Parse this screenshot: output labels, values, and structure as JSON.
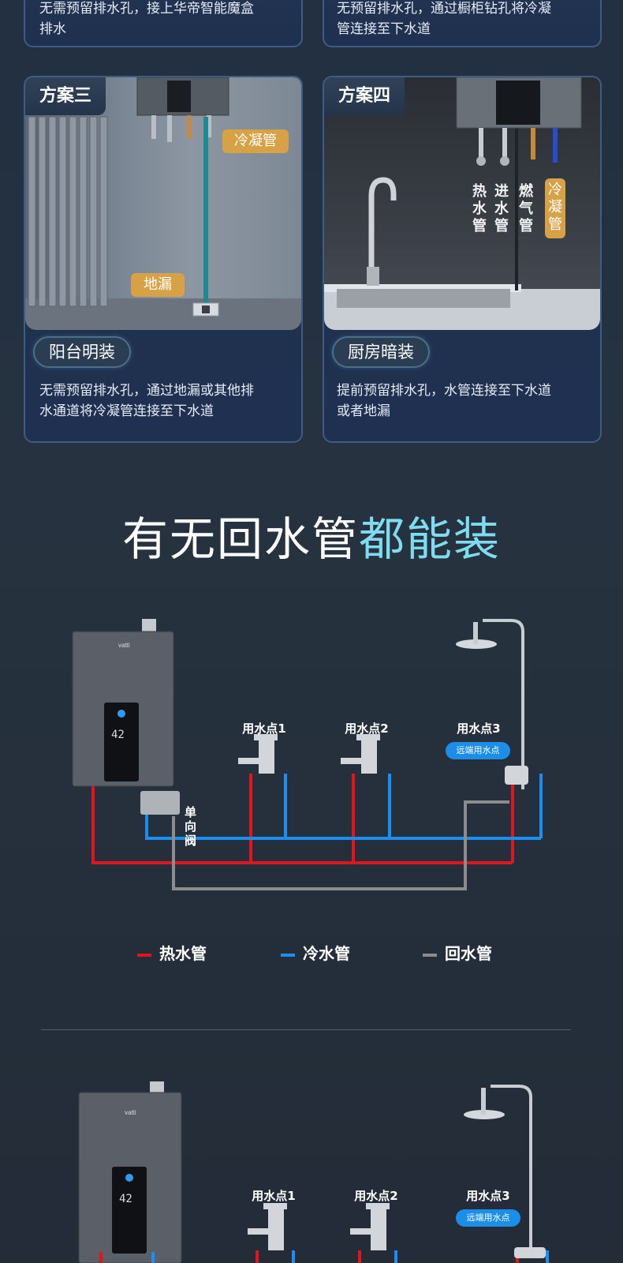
{
  "top_cards": {
    "left_desc": "无需预留排水孔，接上华帝智能魔盒\n排水",
    "right_desc": "无预留排水孔，通过橱柜钻孔将冷凝\n管连接至下水道"
  },
  "plan3": {
    "tag": "方案三",
    "label_condensate": "冷凝管",
    "label_floor_drain": "地漏",
    "title": "阳台明装",
    "desc": "无需预留排水孔，通过地漏或其他排\n水通道将冷凝管连接至下水道"
  },
  "plan4": {
    "tag": "方案四",
    "pipe_labels": [
      "热\n水\n管",
      "进\n水\n管",
      "燃\n气\n管",
      "冷\n凝\n管"
    ],
    "title": "厨房暗装",
    "desc": "提前预留排水孔，水管连接至下水道\n或者地漏"
  },
  "headline": {
    "white": "有无回水管",
    "cyan": "都能装"
  },
  "diagram1": {
    "point1": "用水点1",
    "point2": "用水点2",
    "point3": "用水点3",
    "remote_badge": "远端用水点",
    "check_valve": "单\n向\n阀",
    "brand": "vatti",
    "display_temp": "42"
  },
  "legend": {
    "hot": "热水管",
    "cold": "冷水管",
    "return": "回水管"
  },
  "diagram2": {
    "point1": "用水点1",
    "point2": "用水点2",
    "point3": "用水点3",
    "remote_badge": "远端用水点",
    "brand": "vatti",
    "display_temp": "42"
  },
  "colors": {
    "hot": "#e0161c",
    "cold": "#1a8ff0",
    "return": "#8c8c8c",
    "accent_cyan": "#7fdcf0",
    "gold": "#d7a246"
  }
}
